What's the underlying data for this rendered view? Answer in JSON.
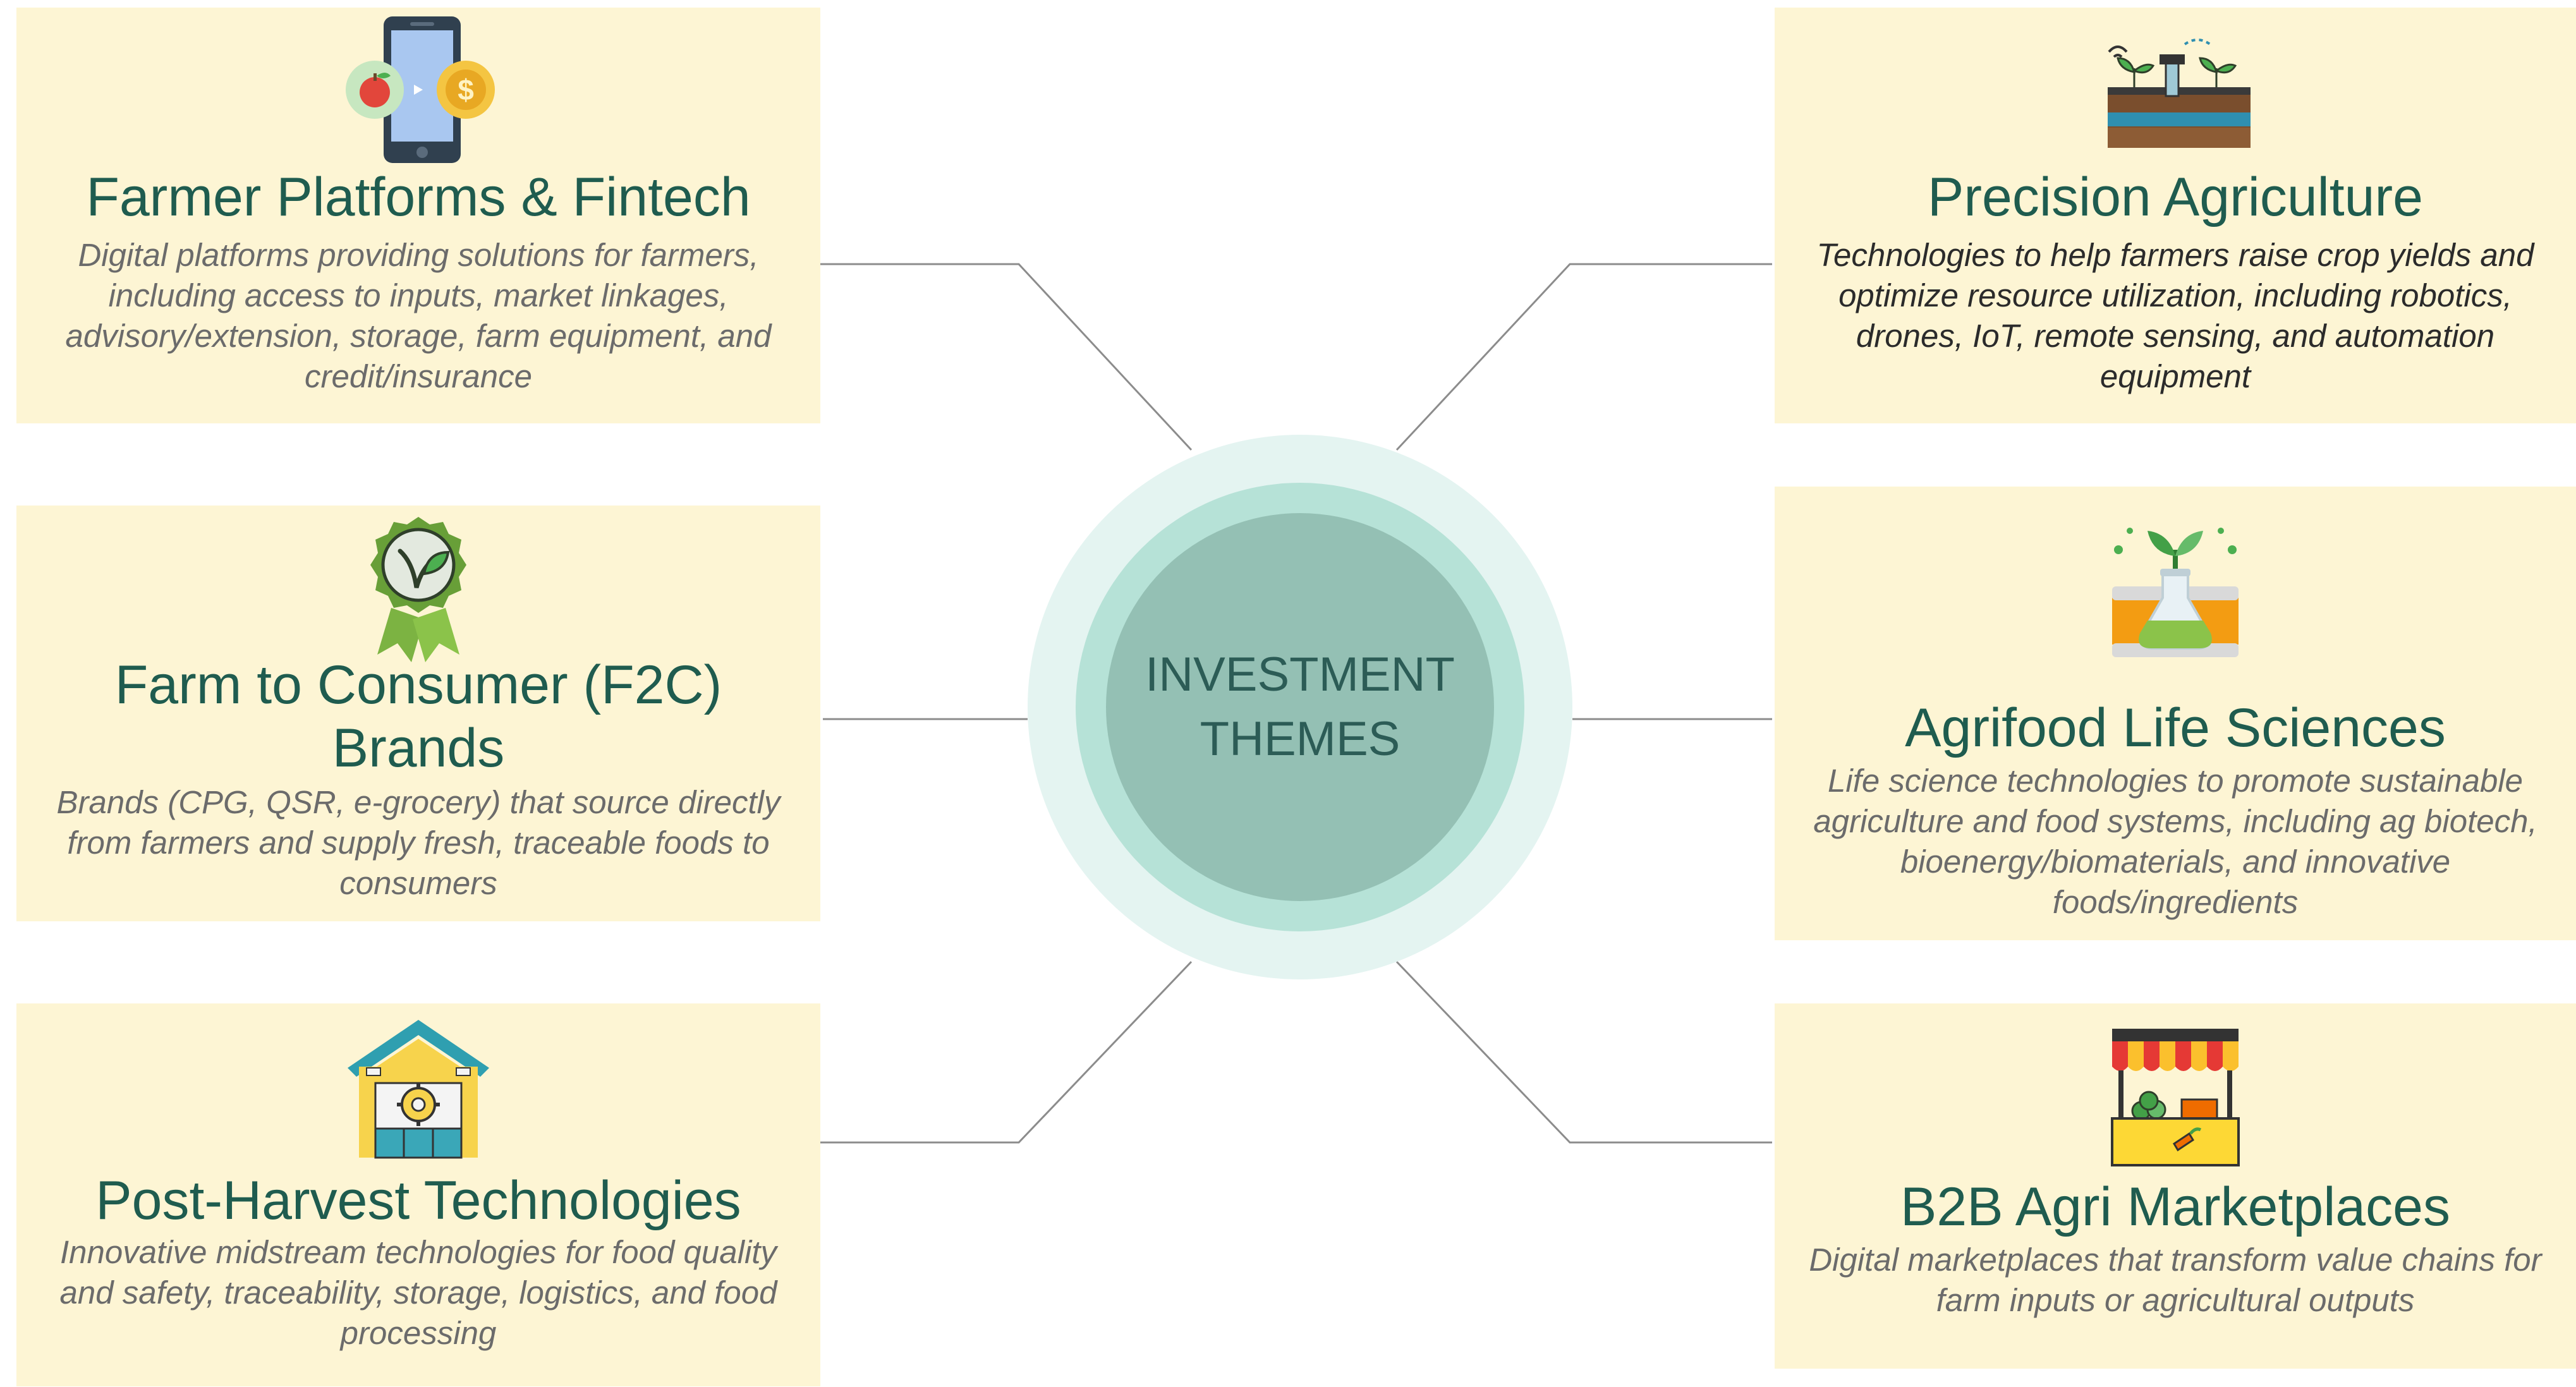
{
  "hub": {
    "title": "INVESTMENT THEMES"
  },
  "themes": [
    {
      "title": "Farmer Platforms & Fintech",
      "description": "Digital platforms providing solutions for farmers, including access to inputs, market linkages, advisory/extension, storage, farm equipment, and credit/insurance",
      "icon": "smartphone-fintech-icon"
    },
    {
      "title": "Farm to Consumer (F2C) Brands",
      "description": "Brands (CPG, QSR, e-grocery) that source directly from farmers and supply fresh, traceable foods to consumers",
      "icon": "vegan-badge-icon"
    },
    {
      "title": "Post-Harvest Technologies",
      "description": "Innovative midstream technologies for food quality and safety, traceability, storage, logistics, and food processing",
      "icon": "warehouse-icon"
    },
    {
      "title": "Precision Agriculture",
      "description": "Technologies to help farmers raise crop yields and optimize resource utilization, including robotics, drones, IoT, remote sensing, and automation equipment",
      "icon": "smart-irrigation-icon"
    },
    {
      "title": "Agrifood Life Sciences",
      "description": "Life science technologies to promote sustainable agriculture and food systems, including ag biotech, bioenergy/biomaterials, and innovative foods/ingredients",
      "icon": "lab-flask-sprout-icon"
    },
    {
      "title": "B2B Agri Marketplaces",
      "description": "Digital marketplaces that transform value chains for farm inputs or agricultural outputs",
      "icon": "market-stall-icon"
    }
  ],
  "colors": {
    "card_background": "#fdf5d4",
    "title_green": "#1f5c4f",
    "hub_core": "#94c0b4",
    "hub_mid": "#b6e2d7",
    "hub_outer": "#e4f4f1",
    "connector": "#8c8c8c"
  }
}
